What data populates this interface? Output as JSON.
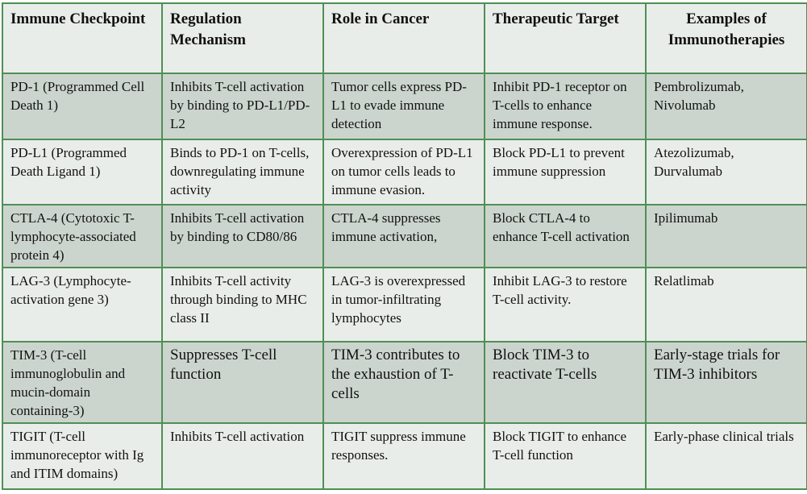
{
  "headers": [
    "Immune Checkpoint",
    "Regulation Mechanism",
    "Role in Cancer",
    "Therapeutic Target",
    "Examples of Immunotherapies"
  ],
  "rows": [
    [
      "PD-1 (Programmed Cell Death 1)",
      "Inhibits T-cell activation by binding to PD-L1/PD-L2",
      "Tumor cells express PD-L1 to evade immune detection",
      "Inhibit PD-1 receptor on T-cells to enhance immune response.",
      "Pembrolizumab, Nivolumab"
    ],
    [
      "PD-L1 (Programmed Death Ligand 1)",
      "Binds to PD-1 on T-cells, downregulating immune activity",
      "Overexpression of PD-L1 on tumor cells leads to immune evasion.",
      "Block PD-L1 to prevent immune suppression",
      "Atezolizumab, Durvalumab"
    ],
    [
      "CTLA-4 (Cytotoxic T-lymphocyte-associated protein 4)",
      "Inhibits T-cell activation by binding to CD80/86",
      "CTLA-4 suppresses immune activation,",
      "Block CTLA-4 to enhance T-cell activation",
      "Ipilimumab"
    ],
    [
      "LAG-3 (Lymphocyte-activation gene 3)",
      "Inhibits T-cell activity through binding to MHC class II",
      "LAG-3 is overexpressed in tumor-infiltrating lymphocytes",
      "Inhibit LAG-3 to restore T-cell activity.",
      "Relatlimab"
    ],
    [
      "TIM-3 (T-cell immunoglobulin and mucin-domain containing-3)",
      "Suppresses T-cell function",
      "TIM-3 contributes to the exhaustion of T-cells",
      "Block TIM-3 to reactivate T-cells",
      "Early-stage trials for TIM-3 inhibitors"
    ],
    [
      "TIGIT (T-cell immunoreceptor with Ig and ITIM domains)",
      "Inhibits T-cell activation",
      "TIGIT suppress immune responses.",
      "Block TIGIT to enhance T-cell function",
      "Early-phase clinical trials"
    ]
  ]
}
